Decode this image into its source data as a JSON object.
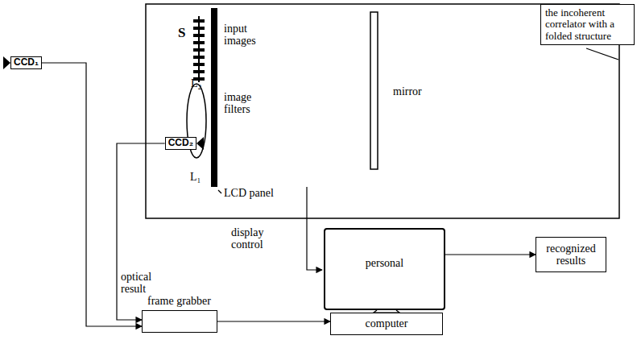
{
  "diagram": {
    "nodes": [
      {
        "text": [
          "CCD₁"
        ]
      },
      {
        "text": [
          "the incoherent correlator with a folded structure"
        ]
      },
      {
        "text": [
          "CCD₂"
        ]
      },
      {
        "text": [
          "personal"
        ]
      },
      {
        "text": [
          "recognized results"
        ]
      },
      {
        "text": [
          "frame grabber"
        ]
      },
      {
        "text": [
          "computer"
        ]
      }
    ],
    "edges": [
      {
        "from": 0,
        "to": 5,
        "arrow": "to"
      },
      {
        "from": 2,
        "to": 5,
        "arrow": "to"
      },
      {
        "from": 5,
        "to": 6,
        "arrow": "to"
      },
      {
        "from": 3,
        "to": 4,
        "arrow": "to"
      }
    ],
    "labels": [
      "S",
      "input images",
      "image filters",
      "L₂",
      "L₁",
      "LCD panel",
      "mirror",
      "display control",
      "optical result"
    ]
  }
}
